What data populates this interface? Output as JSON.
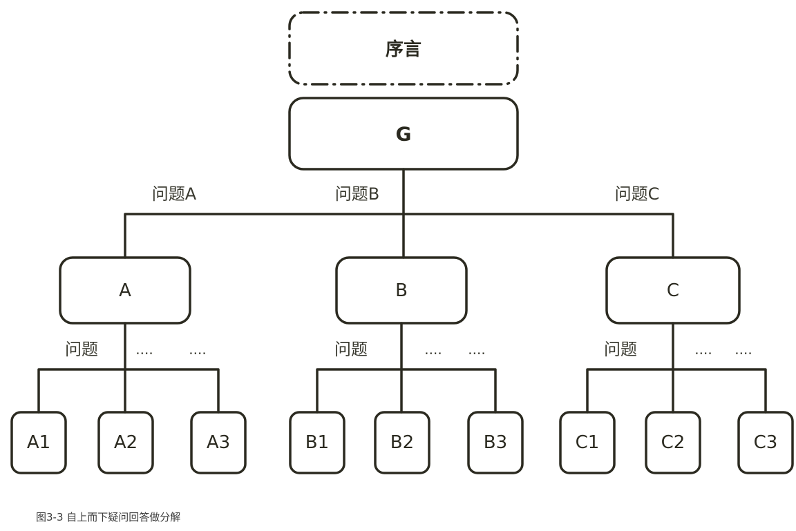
{
  "nodes": {
    "preface": "序言",
    "g": "G",
    "a": "A",
    "b": "B",
    "c": "C",
    "a1": "A1",
    "a2": "A2",
    "a3": "A3",
    "b1": "B1",
    "b2": "B2",
    "b3": "B3",
    "c1": "C1",
    "c2": "C2",
    "c3": "C3"
  },
  "edge_labels": {
    "question_a": "问题A",
    "question_b": "问题B",
    "question_c": "问题C",
    "a_question": "问题",
    "a_dots_1": "....",
    "a_dots_2": "....",
    "b_question": "问题",
    "b_dots_1": "....",
    "b_dots_2": "....",
    "c_question": "问题",
    "c_dots_1": "....",
    "c_dots_2": "...."
  },
  "caption": "图3-3 自上而下疑问回答做分解",
  "colors": {
    "stroke": "#2b2a20",
    "text": "#2b2a20",
    "caption": "#3c3c3c"
  }
}
